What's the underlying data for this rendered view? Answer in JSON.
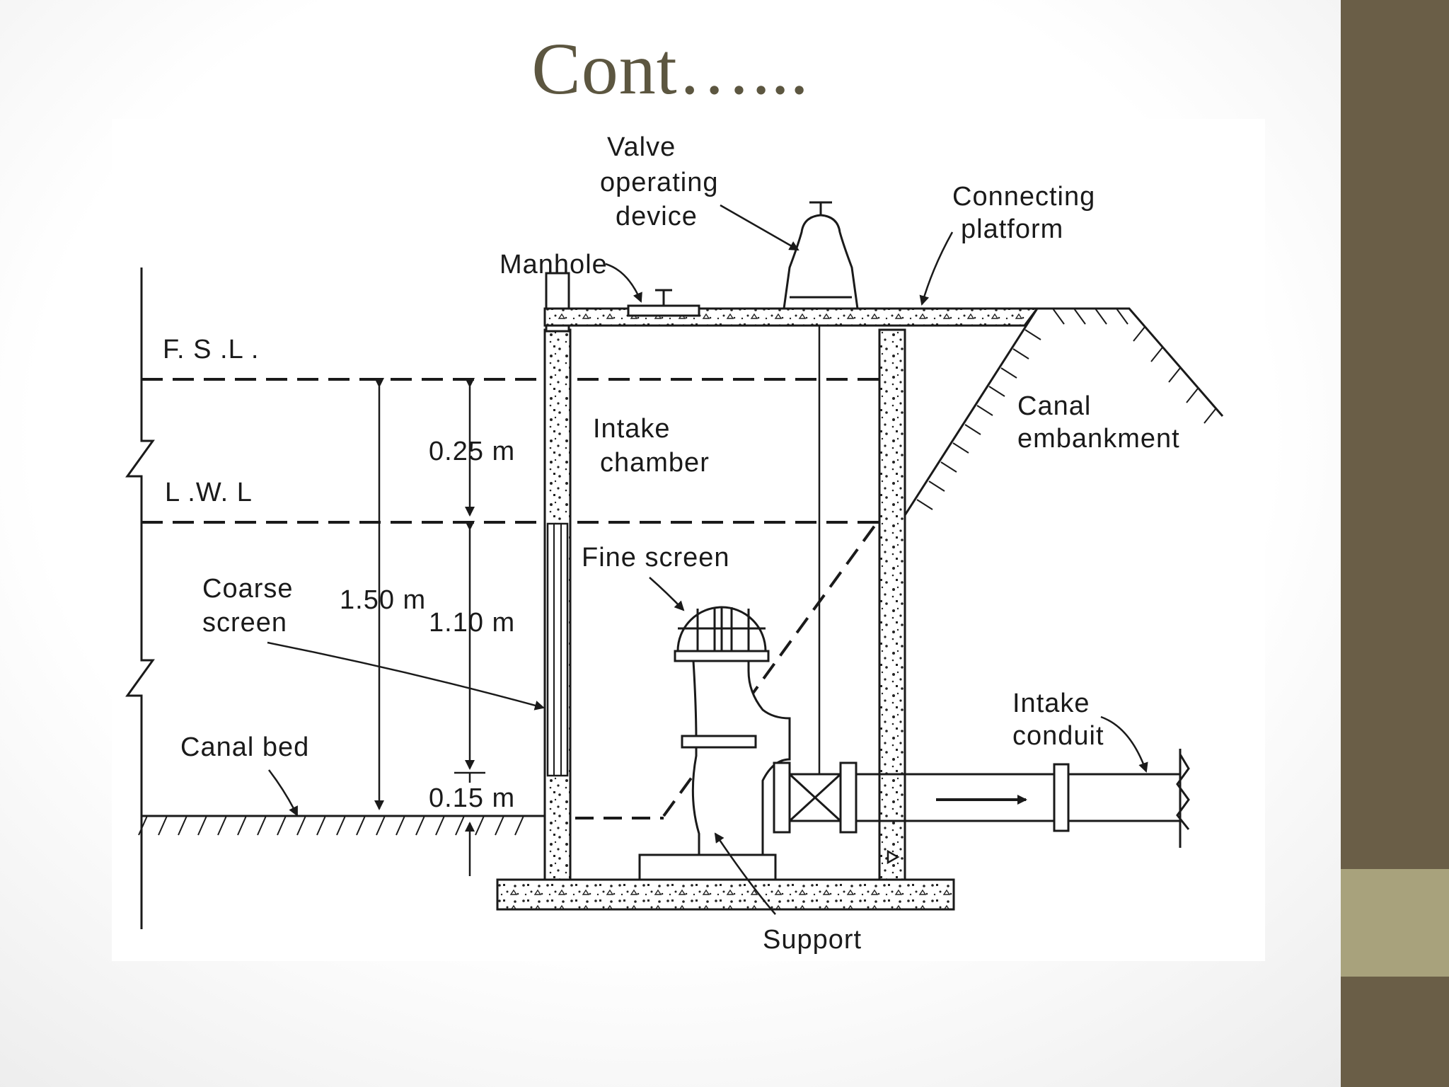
{
  "slide": {
    "title": "Cont…...",
    "theme_colors": {
      "sidebar": "#6a5e47",
      "accent": "#a8a27c",
      "title": "#5c5640"
    }
  },
  "diagram": {
    "labels": {
      "valve_line1": "Valve",
      "valve_line2": "operating",
      "valve_line3": "device",
      "connecting_line1": "Connecting",
      "connecting_line2": "platform",
      "manhole": "Manhole",
      "fsl": "F. S .L .",
      "lwl": "L .W. L",
      "intake_line1": "Intake",
      "intake_line2": "chamber",
      "canal_line1": "Canal",
      "canal_line2": "embankment",
      "fine_screen": "Fine  screen",
      "coarse_line1": "Coarse",
      "coarse_line2": "screen",
      "canal_bed": "Canal bed",
      "support": "Support",
      "conduit_line1": "Intake",
      "conduit_line2": "conduit"
    },
    "dimensions": {
      "d1": "0.25 m",
      "d2": "1.10 m",
      "d3": "1.50 m",
      "d4": "0.15 m"
    }
  }
}
